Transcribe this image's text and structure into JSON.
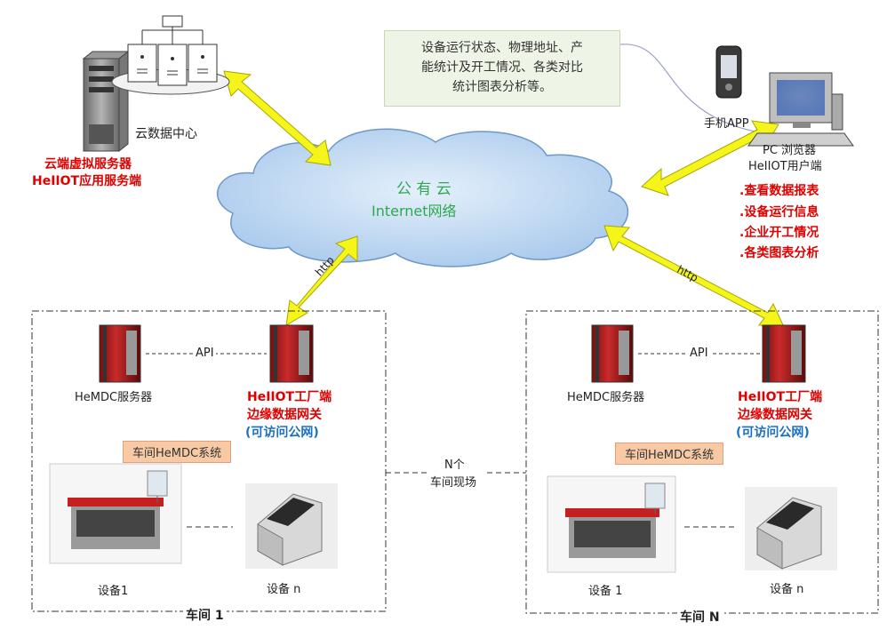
{
  "info_box": {
    "lines": [
      "设备运行状态、物理地址、产",
      "能统计及开工情况、各类对比",
      "统计图表分析等。"
    ]
  },
  "cloud_center": {
    "label": "云数据中心",
    "red_lines": [
      "云端虚拟服务器",
      "HeIIOT应用服务端"
    ]
  },
  "cloud": {
    "title": "公 有 云",
    "subtitle": "Internet网络"
  },
  "client": {
    "mobile_label": "手机APP",
    "pc_lines": [
      "PC 浏览器",
      "HeIIOT用户端"
    ],
    "features": [
      ".查看数据报表",
      ".设备运行信息",
      ".企业开工情况",
      ".各类图表分析"
    ]
  },
  "links": {
    "http_left": "http",
    "http_right": "http",
    "api_left": "API",
    "api_right": "API"
  },
  "workshop_1": {
    "server_label": "HeMDC服务器",
    "gateway_red": [
      "HeIIOT工厂端",
      "边缘数据网关"
    ],
    "gateway_blue": "(可访问公网)",
    "system_label": "车间HeMDC系统",
    "device_1": "设备1",
    "device_n": "设备 n",
    "title": "车间 1"
  },
  "workshop_n": {
    "server_label": "HeMDC服务器",
    "gateway_red": [
      "HeIIOT工厂端",
      "边缘数据网关"
    ],
    "gateway_blue": "(可访问公网)",
    "system_label": "车间HeMDC系统",
    "device_1": "设备 1",
    "device_n": "设备 n",
    "title": "车间 N"
  },
  "middle": {
    "lines": [
      "N个",
      "车间现场"
    ]
  }
}
